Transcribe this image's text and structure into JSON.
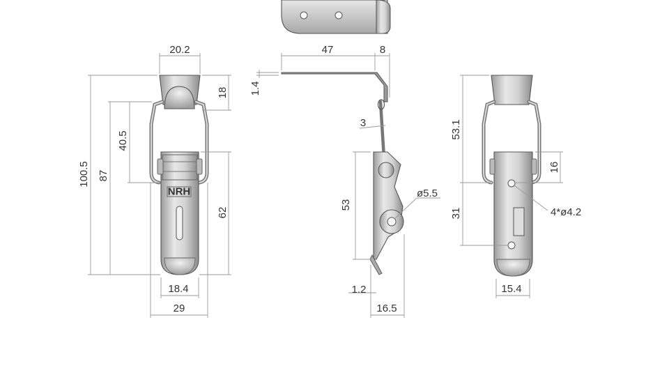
{
  "colors": {
    "metal_light": "#e4e4e4",
    "metal_mid": "#c4c4c4",
    "metal_dark": "#8e8e8e",
    "outline": "#555555",
    "dimension_line": "#9a9a9a",
    "text": "#333333",
    "background": "#ffffff"
  },
  "front_view": {
    "logo_text": "NRH",
    "dims": {
      "top_width": "20.2",
      "keeper_height": "18",
      "overall_height": "100.5",
      "hinge_to_bottom": "87",
      "hasp_height": "40.5",
      "body_height": "62",
      "body_width": "18.4",
      "overall_width": "29"
    }
  },
  "side_view": {
    "dims": {
      "keeper_length": "47",
      "keeper_lip": "8",
      "thickness": "1.4",
      "wire_dia": "3",
      "body_height": "53",
      "padlock_hole": "ø5.5",
      "base_thickness": "1.2",
      "depth": "16.5"
    }
  },
  "back_view": {
    "dims": {
      "keeper_to_hole": "53.1",
      "hole_offset": "16",
      "hole_spacing": "31",
      "holes": "4*ø4.2",
      "hole_width": "15.4"
    }
  }
}
